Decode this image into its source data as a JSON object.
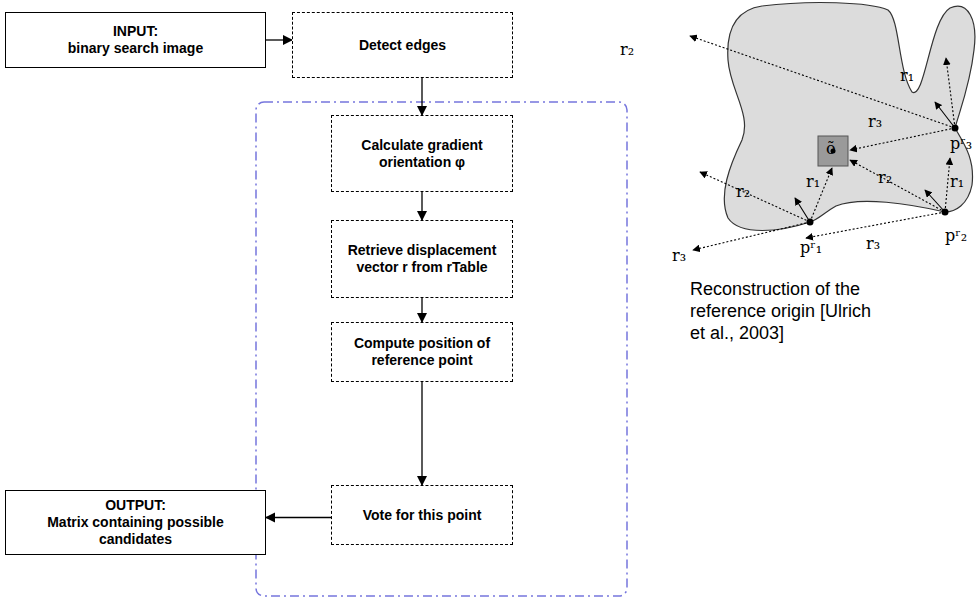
{
  "diagram": {
    "nodes": [
      {
        "text": [
          "INPUT:",
          "binary search image"
        ]
      },
      {
        "text": [
          "Detect edges"
        ]
      },
      {
        "text": [
          "Calculate gradient orientation φ"
        ]
      },
      {
        "text": [
          "Retrieve displacement vector r from rTable"
        ]
      },
      {
        "text": [
          "Compute position of reference point"
        ]
      },
      {
        "text": [
          "Vote for this point"
        ]
      },
      {
        "text": [
          "OUTPUT:",
          "Matrix containing possible candidates"
        ]
      }
    ],
    "edges": [
      {
        "from": 0,
        "to": 1,
        "arrow": "to"
      },
      {
        "from": 1,
        "to": 2,
        "arrow": "to"
      },
      {
        "from": 2,
        "to": 3,
        "arrow": "to"
      },
      {
        "from": 3,
        "to": 4,
        "arrow": "to"
      },
      {
        "from": 4,
        "to": 5,
        "arrow": "to"
      },
      {
        "from": 5,
        "to": 6,
        "arrow": "to"
      }
    ],
    "labels": [
      "r₂",
      "r₁",
      "r₃",
      "pʳ₃",
      "õ",
      "r₂",
      "r₁",
      "r₁",
      "r₂",
      "r₃",
      "pʳ₁",
      "r₃",
      "pʳ₂",
      "Reconstruction of the reference origin [Ulrich et al., 2003]"
    ]
  }
}
